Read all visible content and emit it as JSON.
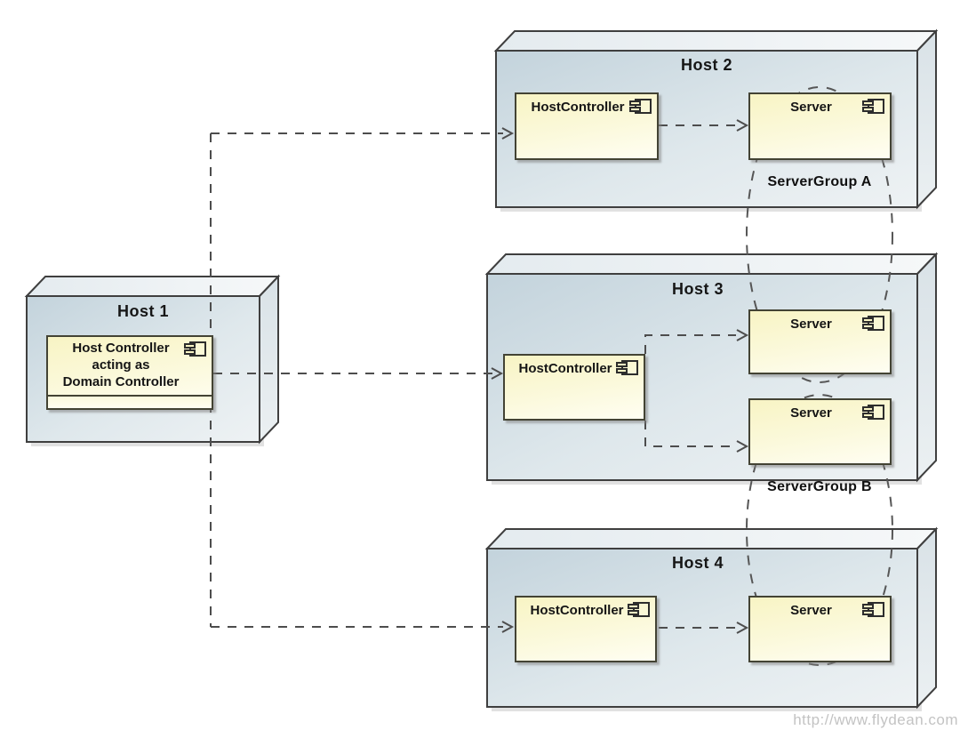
{
  "hosts": {
    "host1": {
      "title": "Host 1",
      "controller": "Host Controller\nacting as\nDomain Controller"
    },
    "host2": {
      "title": "Host 2",
      "controller": "HostController",
      "servers": [
        "Server"
      ]
    },
    "host3": {
      "title": "Host 3",
      "controller": "HostController",
      "servers": [
        "Server",
        "Server"
      ]
    },
    "host4": {
      "title": "Host 4",
      "controller": "HostController",
      "servers": [
        "Server"
      ]
    }
  },
  "groups": {
    "a": "ServerGroup A",
    "b": "ServerGroup B"
  },
  "watermark": "http://www.flydean.com",
  "colors": {
    "node_face_from": "#c3d3dc",
    "node_face_to": "#eef2f4",
    "node_border": "#3f3f3f",
    "component_fill_top": "#f8f4c4",
    "component_fill_bottom": "#fffef2",
    "component_border": "#434334",
    "connector": "#4d4d4d",
    "group_ellipse": "#565656",
    "watermark_gray": "#c3c3c3"
  }
}
